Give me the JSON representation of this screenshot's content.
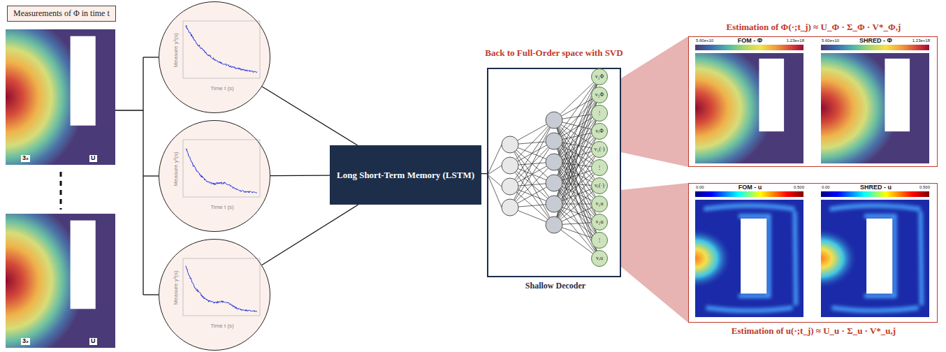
{
  "diagram": {
    "nodes": [
      {
        "text": [
          "Measurements of Φ in time t"
        ]
      },
      {
        "text": [
          "Measure y¹(s)",
          "Time t (s)"
        ]
      },
      {
        "text": [
          "Measure y²(s)",
          "Time t (s)"
        ]
      },
      {
        "text": [
          "Measure y³(s)",
          "Time t (s)"
        ]
      },
      {
        "text": [
          "Long Short-Term Memory (LSTM)"
        ]
      },
      {
        "text": [
          "Shallow Decoder"
        ]
      },
      {
        "text": [
          "v₁Φ"
        ],
        "in": 5
      },
      {
        "text": [
          "v₂Φ"
        ],
        "in": 5
      },
      {
        "text": [
          "⋮"
        ],
        "in": 5
      },
      {
        "text": [
          "vᵣΦ"
        ],
        "in": 5
      },
      {
        "text": [
          "v₁(·)"
        ],
        "in": 5
      },
      {
        "text": [
          "⋮"
        ],
        "in": 5
      },
      {
        "text": [
          "vᵣ(·)"
        ],
        "in": 5
      },
      {
        "text": [
          "v₁u"
        ],
        "in": 5
      },
      {
        "text": [
          "v₂u"
        ],
        "in": 5
      },
      {
        "text": [
          "⋮"
        ],
        "in": 5
      },
      {
        "text": [
          "vᵣu"
        ],
        "in": 5
      },
      {
        "text": [
          "Estimation of Φ(·;t_j) ≈ U_Φ · Σ_Φ · V*_Φ,j",
          "FOM - Φ",
          "5.60e+10",
          "1.23e+18",
          "SHRED - Φ",
          "5.60e+10",
          "1.23e+18"
        ]
      },
      {
        "text": [
          "Estimation of u(·;t_j) ≈ U_u · Σ_u · V*_u,j",
          "FOM - u",
          "0.00",
          "0.500",
          "SHRED - u",
          "0.00",
          "0.500"
        ]
      }
    ],
    "edges": [
      {
        "from": 1,
        "to": 4,
        "arrow": "none"
      },
      {
        "from": 2,
        "to": 4,
        "arrow": "none"
      },
      {
        "from": 3,
        "to": 4,
        "arrow": "none"
      },
      {
        "from": 4,
        "to": 5,
        "arrow": "none"
      }
    ],
    "labels": [
      "3₂",
      "U",
      "3₂",
      "U",
      "Back to Full-Order space with SVD"
    ]
  }
}
